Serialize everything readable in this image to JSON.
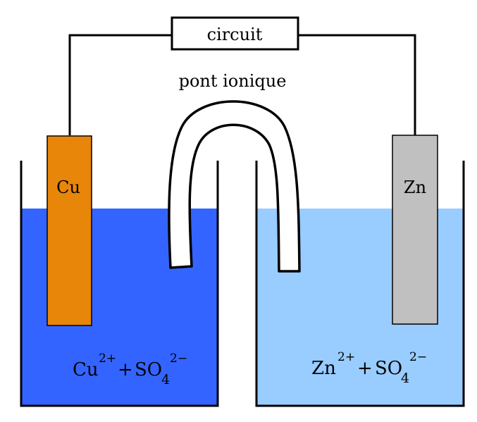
{
  "circuit": {
    "label": "circuit"
  },
  "salt_bridge": {
    "label": "pont ionique"
  },
  "left_cell": {
    "electrode_label": "Cu",
    "solution": {
      "cation": "Cu",
      "cation_charge": "2+",
      "plus": "+",
      "anion": "SO",
      "anion_subscript": "4",
      "anion_charge": "2−"
    },
    "solution_color": "#3464ff",
    "electrode_color": "#e8860a"
  },
  "right_cell": {
    "electrode_label": "Zn",
    "solution": {
      "cation": "Zn",
      "cation_charge": "2+",
      "plus": "+",
      "anion": "SO",
      "anion_subscript": "4",
      "anion_charge": "2−"
    },
    "solution_color": "#99ccff",
    "electrode_color": "#c0c0c0"
  }
}
